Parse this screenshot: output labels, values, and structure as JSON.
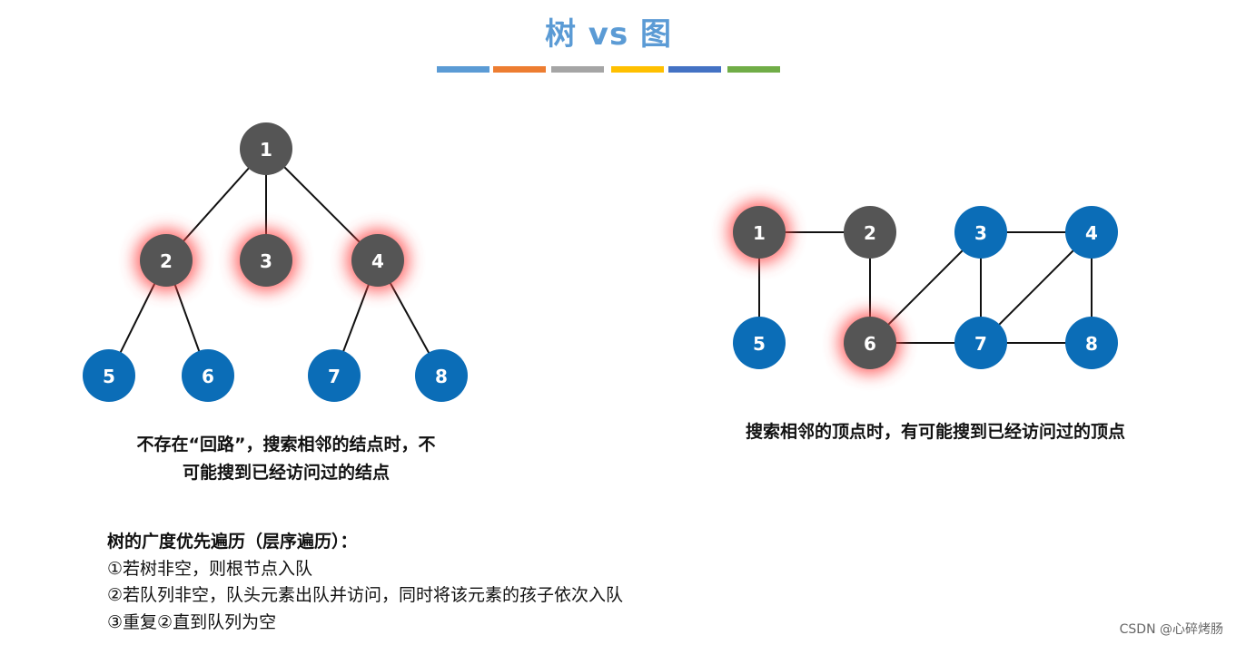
{
  "title": "树 vs 图",
  "colors": {
    "title": "#5b9bd5",
    "node_gray": "#555555",
    "node_blue": "#0b6db7",
    "glow": "#ff4444",
    "title_bars": [
      "#5b9bd5",
      "#ed7d31",
      "#a5a5a5",
      "#ffc000",
      "#4472c4",
      "#70ad47"
    ]
  },
  "tree": {
    "nodes": [
      {
        "id": "1",
        "label": "1",
        "color": "gray",
        "glow": false
      },
      {
        "id": "2",
        "label": "2",
        "color": "gray",
        "glow": true
      },
      {
        "id": "3",
        "label": "3",
        "color": "gray",
        "glow": true
      },
      {
        "id": "4",
        "label": "4",
        "color": "gray",
        "glow": true
      },
      {
        "id": "5",
        "label": "5",
        "color": "blue",
        "glow": false
      },
      {
        "id": "6",
        "label": "6",
        "color": "blue",
        "glow": false
      },
      {
        "id": "7",
        "label": "7",
        "color": "blue",
        "glow": false
      },
      {
        "id": "8",
        "label": "8",
        "color": "blue",
        "glow": false
      }
    ],
    "edges": [
      [
        "1",
        "2"
      ],
      [
        "1",
        "3"
      ],
      [
        "1",
        "4"
      ],
      [
        "2",
        "5"
      ],
      [
        "2",
        "6"
      ],
      [
        "4",
        "7"
      ],
      [
        "4",
        "8"
      ]
    ],
    "caption_line1": "不存在“回路”，搜索相邻的结点时，不",
    "caption_line2": "可能搜到已经访问过的结点"
  },
  "graph": {
    "nodes": [
      {
        "id": "1",
        "label": "1",
        "color": "gray",
        "glow": true
      },
      {
        "id": "2",
        "label": "2",
        "color": "gray",
        "glow": false
      },
      {
        "id": "3",
        "label": "3",
        "color": "blue",
        "glow": false
      },
      {
        "id": "4",
        "label": "4",
        "color": "blue",
        "glow": false
      },
      {
        "id": "5",
        "label": "5",
        "color": "blue",
        "glow": false
      },
      {
        "id": "6",
        "label": "6",
        "color": "gray",
        "glow": true
      },
      {
        "id": "7",
        "label": "7",
        "color": "blue",
        "glow": false
      },
      {
        "id": "8",
        "label": "8",
        "color": "blue",
        "glow": false
      }
    ],
    "edges": [
      [
        "1",
        "2"
      ],
      [
        "1",
        "5"
      ],
      [
        "2",
        "6"
      ],
      [
        "3",
        "4"
      ],
      [
        "3",
        "6"
      ],
      [
        "3",
        "7"
      ],
      [
        "4",
        "7"
      ],
      [
        "4",
        "8"
      ],
      [
        "6",
        "7"
      ],
      [
        "7",
        "8"
      ]
    ],
    "caption": "搜索相邻的顶点时，有可能搜到已经访问过的顶点"
  },
  "bfs": {
    "heading": "树的广度优先遍历（层序遍历）：",
    "steps": [
      "①若树非空，则根节点入队",
      "②若队列非空，队头元素出队并访问，同时将该元素的孩子依次入队",
      "③重复②直到队列为空"
    ]
  },
  "credit": "CSDN @心碎烤肠"
}
